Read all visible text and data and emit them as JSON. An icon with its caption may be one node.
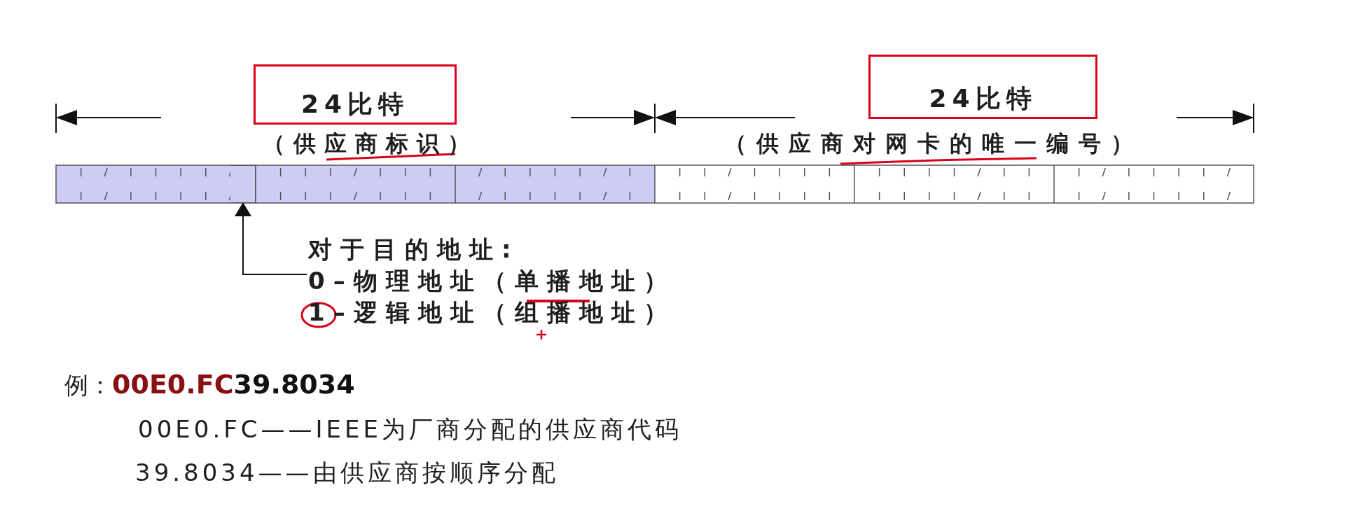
{
  "diagram": {
    "nodes": [
      {
        "text": [
          "24比特"
        ]
      },
      {
        "text": [
          "24比特"
        ]
      },
      {
        "text": [],
        "shape": "box"
      },
      {
        "text": [
          "对于目的地址:",
          "0–物理地址（单播地址）",
          "1–逻辑地址（组播地址）"
        ]
      }
    ],
    "edges": [
      {
        "from": 3,
        "to": 2,
        "arrow": "to"
      }
    ],
    "labels": [
      "（供应商标识）",
      "（供应商对网卡的唯一编号）",
      "例：",
      "00E0.FC",
      "39.8034",
      "00E0.FC——IEEE为厂商分配的供应商代码",
      "39.8034——由供应商按顺序分配"
    ]
  }
}
